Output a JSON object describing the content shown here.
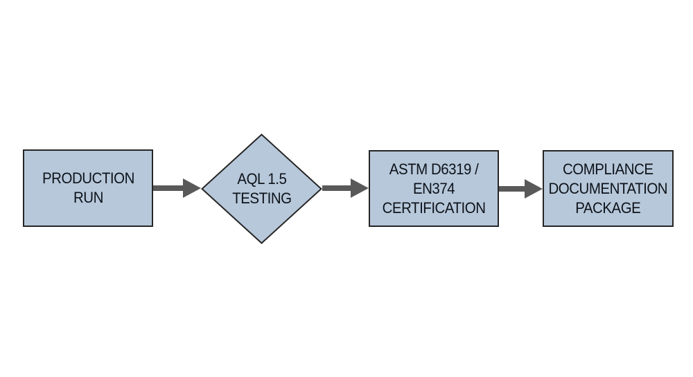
{
  "diagram": {
    "type": "flowchart",
    "orientation": "left-to-right",
    "colors": {
      "canvas_bg": "#ffffff",
      "node_fill": "#b7c8da",
      "node_border": "#252525",
      "text_color": "#0d1219",
      "arrow_color": "#595959"
    },
    "nodes": [
      {
        "id": "production-run",
        "shape": "rectangle",
        "lines": [
          "PRODUCTION",
          "RUN"
        ]
      },
      {
        "id": "aql-testing",
        "shape": "diamond",
        "lines": [
          "AQL 1.5",
          "TESTING"
        ]
      },
      {
        "id": "astm-certification",
        "shape": "rectangle",
        "lines": [
          "ASTM D6319 /",
          "EN374",
          "CERTIFICATION"
        ]
      },
      {
        "id": "compliance-package",
        "shape": "rectangle",
        "lines": [
          "COMPLIANCE",
          "DOCUMENTATION",
          "PACKAGE"
        ]
      }
    ],
    "connections": [
      {
        "from": "production-run",
        "to": "aql-testing"
      },
      {
        "from": "aql-testing",
        "to": "astm-certification"
      },
      {
        "from": "astm-certification",
        "to": "compliance-package"
      }
    ]
  }
}
